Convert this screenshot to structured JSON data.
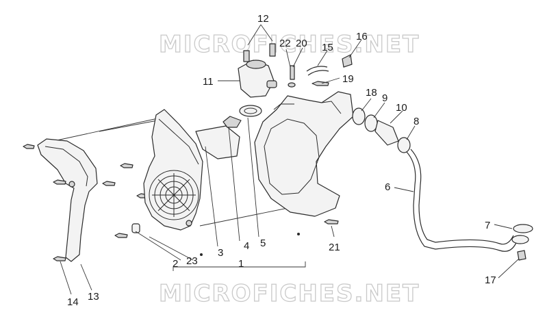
{
  "watermark": {
    "top_text": "MICROFICHES.NET",
    "bottom_text": "MICROFICHES.NET"
  },
  "callouts": {
    "c1": "1",
    "c2": "2",
    "c3": "3",
    "c4": "4",
    "c5": "5",
    "c6": "6",
    "c7": "7",
    "c8": "8",
    "c9": "9",
    "c10": "10",
    "c11": "11",
    "c12": "12",
    "c13": "13",
    "c14": "14",
    "c15": "15",
    "c16": "16",
    "c17": "17",
    "c18": "18",
    "c19": "19",
    "c20": "20",
    "c21": "21",
    "c22": "22",
    "c23": "23"
  },
  "colors": {
    "line": "#2a2a2a",
    "part_fill": "#f3f3f3",
    "watermark": "#c9c9c9"
  }
}
